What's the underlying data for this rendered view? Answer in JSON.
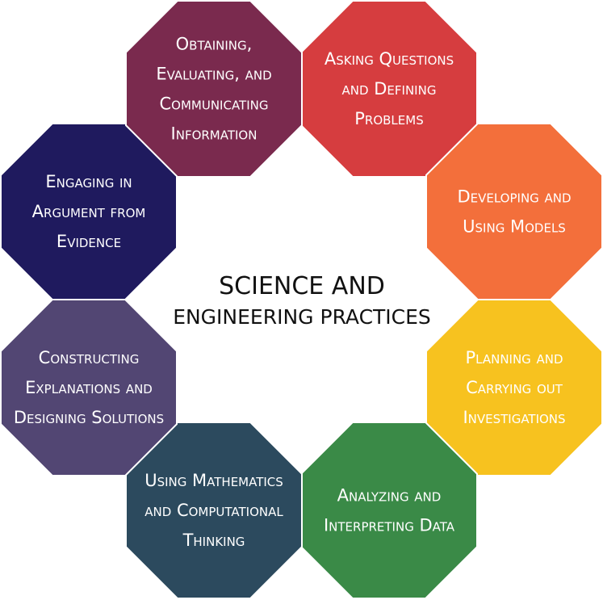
{
  "center": {
    "line1": "SCIENCE AND",
    "line2": "ENGINEERING PRACTICES"
  },
  "practices": [
    {
      "id": "asking-questions",
      "color": "#d63d3f",
      "lines": [
        "Asking Questions",
        "and Defining",
        "Problems"
      ]
    },
    {
      "id": "developing-models",
      "color": "#f36f3b",
      "lines": [
        "Developing and",
        "Using Models"
      ]
    },
    {
      "id": "planning-investigations",
      "color": "#f7c21f",
      "lines": [
        "Planning and",
        "Carrying out",
        "Investigations"
      ]
    },
    {
      "id": "analyzing-data",
      "color": "#3a8a47",
      "lines": [
        "Analyzing and",
        "Interpreting Data"
      ]
    },
    {
      "id": "math-computational",
      "color": "#2c4a5e",
      "lines": [
        "Using Mathematics",
        "and Computational",
        "Thinking"
      ]
    },
    {
      "id": "constructing-explanations",
      "color": "#524673",
      "lines": [
        "Constructing",
        "Explanations and",
        "Designing Solutions"
      ]
    },
    {
      "id": "engaging-argument",
      "color": "#1f1a5e",
      "lines": [
        "Engaging in",
        "Argument from",
        "Evidence"
      ]
    },
    {
      "id": "obtaining-information",
      "color": "#7a2a4e",
      "lines": [
        "Obtaining,",
        "Evaluating, and",
        "Communicating",
        "Information"
      ]
    }
  ]
}
